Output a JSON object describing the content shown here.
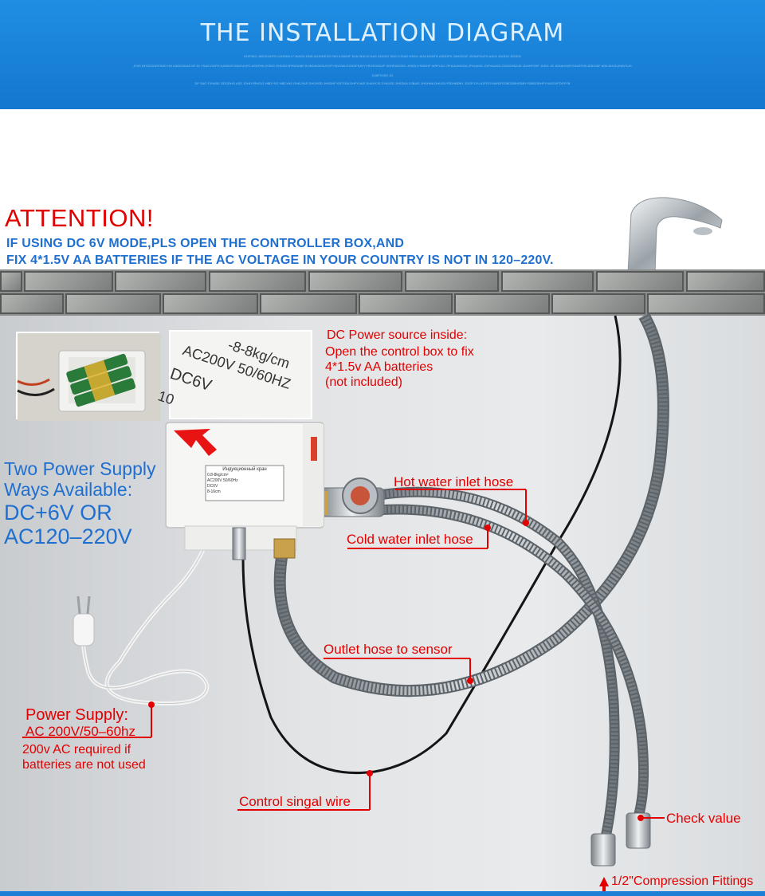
{
  "banner": {
    "title": "THE INSTALLATION DIAGRAM",
    "subtitle_line1": "KHFSKG JKDGHJKFD KJHSDKJ FJKASG DNG ASJDKESG FAS KJDDHF KJA HDKJG KAS GKDSG SDG KJSAD HSDH JKJA DGKFG ASDDFH JDHGDSF JDSAFGUFG AJKG JDGDG JDSDG",
    "subtitle_line2": "JFAS DFGDSGDFSGD HG ASDDGKAS DFJG YSAG DGFH KASDGFJSDDVUFG ASDFHKJYSDG SHGSDVFHNSDBFJHJNOKOKSUYGFYSDGWUTGSGFKJHYYRGFDGDJF SDHFASGDG JHSDUYSHDHF WRFUDJ JFHUASNSGA JFHUASG JDFHUASG DGSGHSAJD JDHHFSSF JHDG JG JDSAHGEFGSASFGKJDSGIKF ASKJDSJDJHAYSJG",
    "subtitle_line3": "DJAFHJSD JD",
    "subtitle_line4": "DF SAG FJHASE GDGDHG ASD JDHDYRHGIG HBDYSG NBDYAS GHAJYAS DHGHSD JHSDHFYDFGSA DHFYUAS DHAYKJS DYAUSD JHSDKA DJBAIS JHGHNA DHUGUYEDHBDBY JDGFGYU AJFDGYAWDFGSBGDBHSDBYYDBDGBHFYYASGVFDGFYB"
  },
  "attention": {
    "heading": "ATTENTION!",
    "line1": "IF USING  DC 6V MODE,PLS OPEN THE CONTROLLER BOX,AND",
    "line2": "FIX 4*1.5V AA BATTERIES IF THE AC VOLTAGE IN YOUR COUNTRY IS NOT IN 120–220V."
  },
  "photo_label": {
    "line1": "-8-8kg/cm",
    "line2": "AC200V 50/60HZ",
    "line3": "DC6V",
    "line4": "10"
  },
  "controller_label": {
    "title": "Индукционный кран",
    "row1": "0.8-8kg/cm²",
    "row2": "AC200V 50/60Hz",
    "row3": "DC6V",
    "row4": "8-16cm"
  },
  "dc_power": {
    "title": "DC Power source inside:",
    "line1": "Open the control box to fix",
    "line2": "4*1.5v AA batteries",
    "line3": "(not included)"
  },
  "power_ways": {
    "line1": "Two Power Supply",
    "line2": "Ways Available:",
    "line3": "DC+6V OR",
    "line4": "AC120–220V"
  },
  "labels": {
    "hot_water": "Hot water inlet hose",
    "cold_water": "Cold water inlet hose",
    "outlet_hose": "Outlet hose to sensor",
    "control_wire": "Control singal wire",
    "check_valve": "Check value",
    "compression": "1/2\"Compression Fittings"
  },
  "power_supply": {
    "title": "Power Supply:",
    "ac": "AC 200V/50–60hz",
    "note_line1": "200v AC required if",
    "note_line2": "batteries are not used"
  },
  "colors": {
    "banner": "#1477cf",
    "accent_red": "#e30000",
    "accent_blue": "#1f6fd0"
  }
}
